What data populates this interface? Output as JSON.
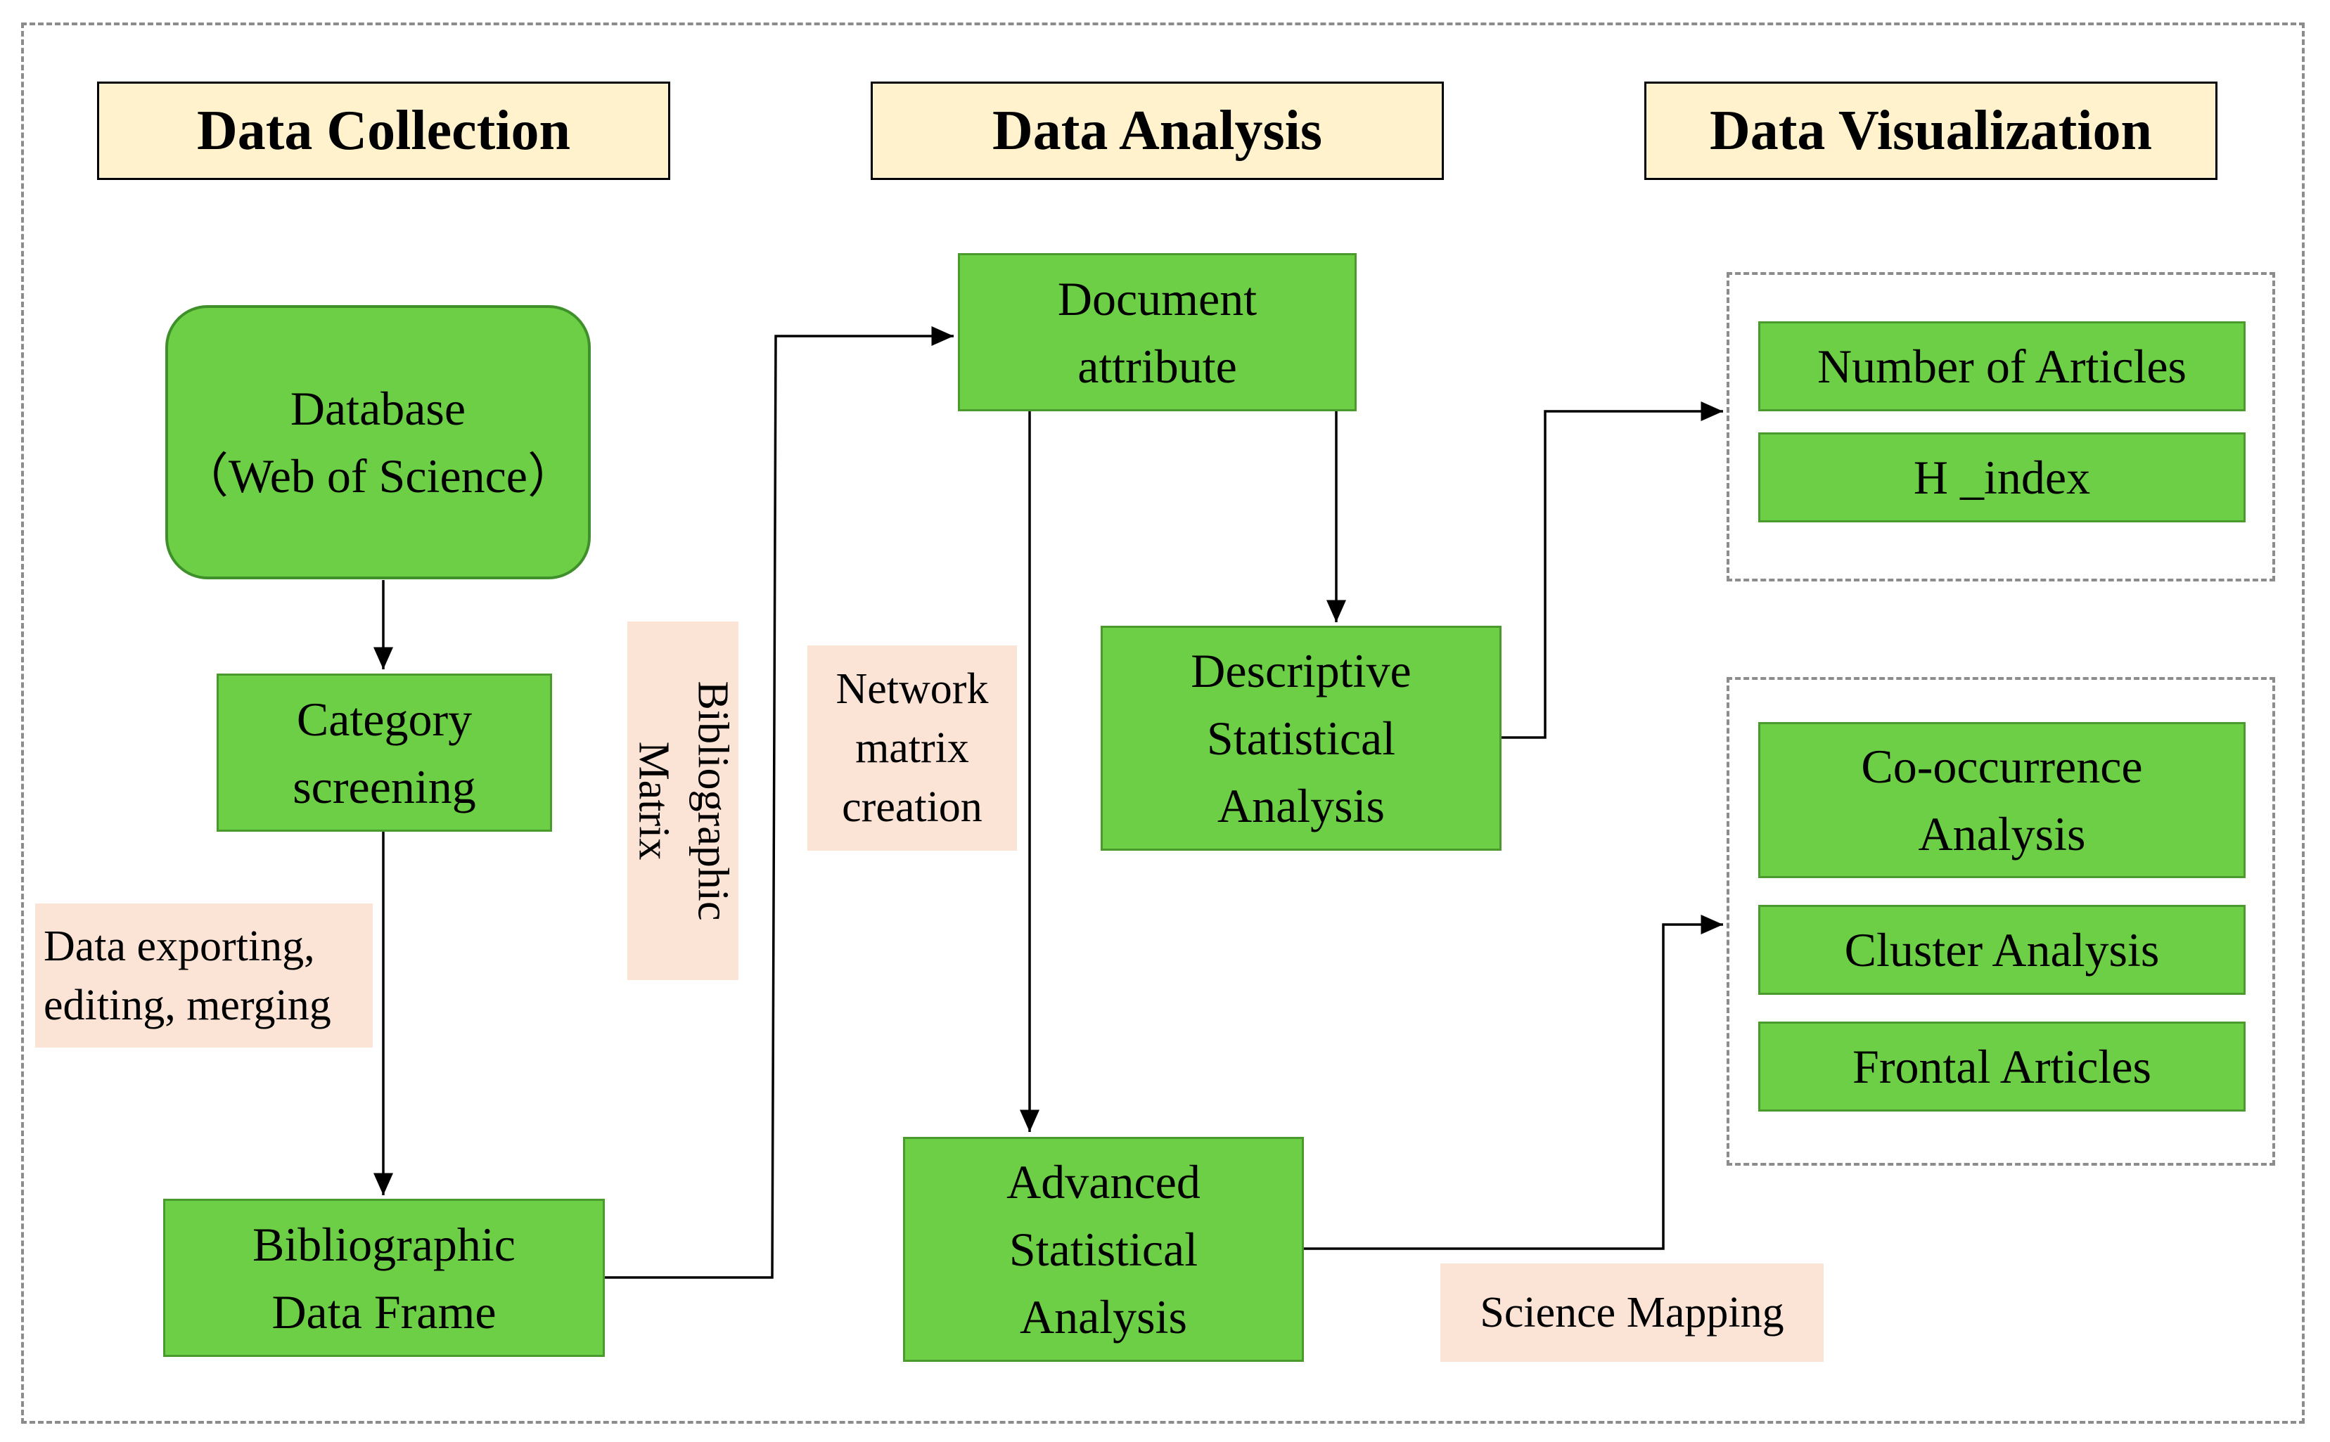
{
  "headers": {
    "collection": "Data Collection",
    "analysis": "Data Analysis",
    "visualization": "Data Visualization"
  },
  "nodes": {
    "database": "Database\n（Web of Science）",
    "category_screening": "Category\nscreening",
    "bibliographic_data_frame": "Bibliographic\nData Frame",
    "document_attribute": "Document\nattribute",
    "descriptive_analysis": "Descriptive\nStatistical\nAnalysis",
    "advanced_analysis": "Advanced\nStatistical\nAnalysis",
    "number_of_articles": "Number of Articles",
    "h_index": "H _index",
    "co_occurrence": "Co-occurrence\nAnalysis",
    "cluster_analysis": "Cluster Analysis",
    "frontal_articles": "Frontal Articles"
  },
  "notes": {
    "data_exporting": "Data exporting,\nediting, merging",
    "bibliographic_matrix": "Bibliographic\nMatrix",
    "network_matrix": "Network\nmatrix\ncreation",
    "science_mapping": "Science Mapping"
  },
  "colors": {
    "node_fill": "#6ccf45",
    "header_fill": "#fff2cc",
    "note_fill": "#fbe3d6"
  }
}
